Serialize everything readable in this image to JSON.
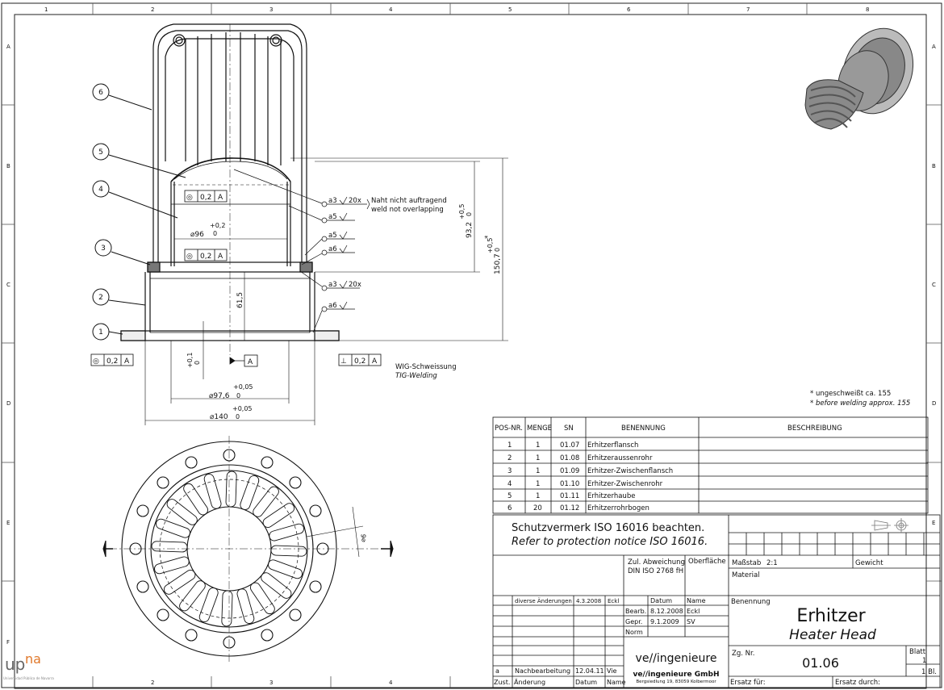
{
  "border": {
    "columns": [
      "1",
      "2",
      "3",
      "4",
      "5",
      "6",
      "7",
      "8"
    ],
    "rows": [
      "A",
      "B",
      "C",
      "D",
      "E",
      "F"
    ]
  },
  "positions": [
    "6",
    "5",
    "4",
    "3",
    "2",
    "1"
  ],
  "tolerances": {
    "coax_symbol": "◎",
    "perp_symbol": "⊥",
    "value": "0,2",
    "datum": "A"
  },
  "dimensions": {
    "d96": "⌀96",
    "d96_tol_upper": "+0,2",
    "d96_tol_lower": "0",
    "h61": "61,5",
    "h93": "93,2",
    "h93_tol_upper": "+0,5",
    "h93_tol_lower": "0",
    "h150": "150,7",
    "h150_tol_upper": "+0,5",
    "h150_tol_lower": "0",
    "h150_star": "*",
    "t01": "+0,1",
    "t01_lower": "0",
    "d97": "⌀97,6",
    "d97_tol_upper": "+0,05",
    "d97_tol_lower": "0",
    "d140": "⌀140",
    "d140_tol_upper": "+0,05",
    "d140_tol_lower": "0",
    "d6": "⌀6",
    "datum_label": "A"
  },
  "welds": {
    "w1": "a3",
    "w1_count": "20x",
    "w1_note_de": "Naht nicht auftragend",
    "w1_note_en": "weld not overlapping",
    "w2": "a5",
    "w3": "a5",
    "w4": "a6",
    "w5": "a3",
    "w5_count": "20x",
    "w6": "a6"
  },
  "process": {
    "de": "WIG-Schweissung",
    "en": "TIG-Welding"
  },
  "note": {
    "de": "* ungeschweißt ca. 155",
    "en": "* before welding approx. 155"
  },
  "parts_table": {
    "headers": [
      "POS-NR.",
      "MENGE",
      "SN",
      "BENENNUNG",
      "BESCHREIBUNG"
    ],
    "rows": [
      [
        "1",
        "1",
        "01.07",
        "Erhitzerflansch",
        ""
      ],
      [
        "2",
        "1",
        "01.08",
        "Erhitzeraussenrohr",
        ""
      ],
      [
        "3",
        "1",
        "01.09",
        "Erhitzer-Zwischenflansch",
        ""
      ],
      [
        "4",
        "1",
        "01.10",
        "Erhitzer-Zwischenrohr",
        ""
      ],
      [
        "5",
        "1",
        "01.11",
        "Erhitzerhaube",
        ""
      ],
      [
        "6",
        "20",
        "01.12",
        "Erhitzerrohrbogen",
        ""
      ]
    ]
  },
  "title_block": {
    "protection_de": "Schutzvermerk ISO 16016 beachten.",
    "protection_en": "Refer to protection notice ISO 16016.",
    "tolerance_label": "Zul. Abweichung",
    "tolerance_std": "DIN ISO 2768 fH",
    "surface": "Oberfläche",
    "scale_label": "Maßstab",
    "scale_value": "2:1",
    "weight_label": "Gewicht",
    "material_label": "Material",
    "designation_label": "Benennung",
    "title_de": "Erhitzer",
    "title_en": "Heater Head",
    "drawing_no_label": "Zg. Nr.",
    "drawing_no": "01.06",
    "sheet_label": "Blatt",
    "sheet_no": "1",
    "sheet_total": "1 Bl.",
    "replacement_for": "Ersatz für:",
    "replaced_by": "Ersatz durch:",
    "date_col": "Datum",
    "name_col": "Name",
    "drawn_label": "Bearb.",
    "drawn_date": "8.12.2008",
    "drawn_name": "Eckl",
    "checked_label": "Gepr.",
    "checked_date": "9.1.2009",
    "checked_name": "SV",
    "norm_label": "Norm",
    "rev1_text": "diverse Änderungen",
    "rev1_date": "4.3.2008",
    "rev1_name": "Eckl",
    "rev_a_mark": "a",
    "rev_a_text": "Nachbearbeitung",
    "rev_a_date": "12.04.11",
    "rev_a_name": "Vie",
    "rev_hdr_state": "Zust.",
    "rev_hdr_change": "Änderung",
    "rev_hdr_date": "Datum",
    "rev_hdr_name": "Name",
    "company_logo": "ve//ingenieure",
    "company_name": "ve//ingenieure GmbH",
    "company_address": "Bergsiedlung 19, 83059 Kolbermoor"
  },
  "logo": {
    "text_up": "up",
    "text_na": "na",
    "sub": "Universidad Pública de Navarra"
  }
}
